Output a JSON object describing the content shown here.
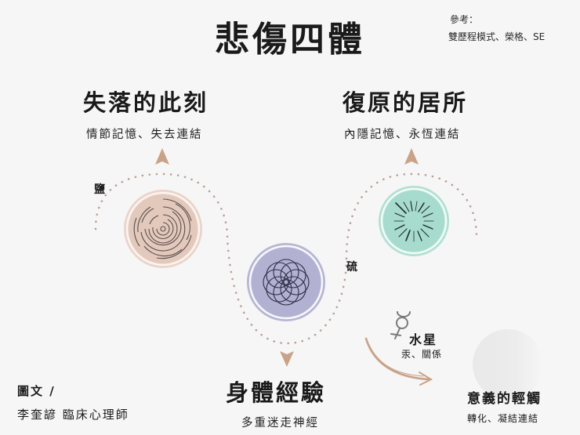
{
  "title": "悲傷四體",
  "reference": {
    "label": "參考：",
    "sources": "雙歷程模式、榮格、SE"
  },
  "stages": [
    {
      "id": "loss",
      "title": "失落的此刻",
      "subtitle": "情節記憶、失去連結",
      "color": "#e3cbbf",
      "ring": "#e9d4c9",
      "pattern": "concentric-rings"
    },
    {
      "id": "body",
      "title": "身體經驗",
      "subtitle": "多重迷走神經",
      "color": "#b4b3d2",
      "ring": "#b7b6d3",
      "pattern": "flower-of-life"
    },
    {
      "id": "restore",
      "title": "復原的居所",
      "subtitle": "內隱記憶、永恆連結",
      "color": "#a9dccf",
      "ring": "#b2e0d4",
      "pattern": "starburst"
    },
    {
      "id": "meaning",
      "title": "意義的輕觸",
      "subtitle": "轉化、凝結連結",
      "color": "#e8e8e8",
      "pattern": "blank-circle"
    }
  ],
  "alchemy": {
    "salt": "鹽",
    "sulfur": "硫",
    "mercury_title": "水星",
    "mercury_sub": "汞、關係"
  },
  "colors": {
    "arrow": "#c9a287",
    "dots": "#b99f95",
    "background": "#f6f6f6"
  },
  "credit": {
    "label": "圖文 /",
    "author": "李奎諺 臨床心理師"
  }
}
